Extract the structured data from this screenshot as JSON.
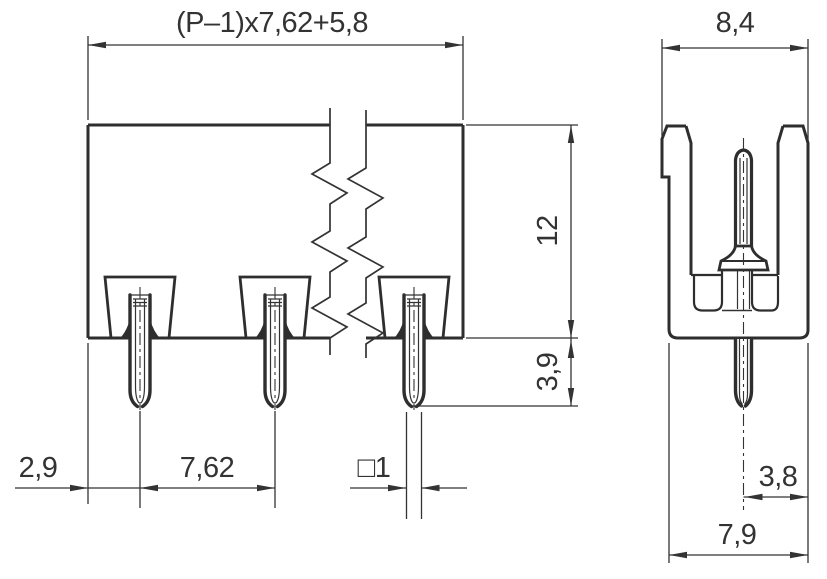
{
  "drawing": {
    "type": "technical-dimension-drawing",
    "component": "PCB pin header connector, front view and side view",
    "colors": {
      "line": "#333333",
      "background": "#ffffff"
    },
    "front_view": {
      "overall_width_label": "(P–1)x7,62+5,8",
      "body_height_label": "12",
      "pin_protrusion_label": "3,9",
      "edge_to_pin_label": "2,9",
      "pitch_label": "7,62",
      "pin_cross_section_label": "□1",
      "pin_count": 3
    },
    "side_view": {
      "overall_width_label": "8,4",
      "base_width_label": "7,9",
      "pin_center_to_edge_label": "3,8"
    }
  }
}
